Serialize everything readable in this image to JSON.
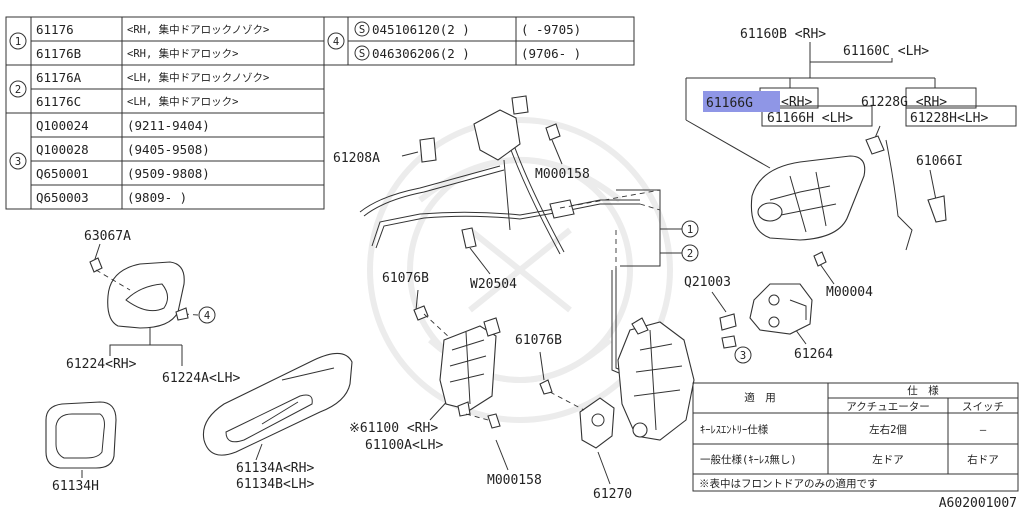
{
  "top_table": {
    "groups": [
      {
        "circle": "1",
        "rows": [
          {
            "part": "61176",
            "desc": "<RH, 集中ドアロックノゾク>"
          },
          {
            "part": "61176B",
            "desc": "<RH, 集中ドアロック>"
          }
        ]
      },
      {
        "circle": "2",
        "rows": [
          {
            "part": "61176A",
            "desc": "<LH, 集中ドアロックノゾク>"
          },
          {
            "part": "61176C",
            "desc": "<LH, 集中ドアロック>"
          }
        ]
      },
      {
        "circle": "3",
        "rows": [
          {
            "part": "Q100024",
            "desc": "(9211-9404)"
          },
          {
            "part": "Q100028",
            "desc": "(9405-9508)"
          },
          {
            "part": "Q650001",
            "desc": "(9509-9808)"
          },
          {
            "part": "Q650003",
            "desc": "(9809-     )"
          }
        ]
      }
    ],
    "bolt_group": {
      "circle": "4",
      "rows": [
        {
          "part": "045106120(2 )",
          "range": "(     -9705)"
        },
        {
          "part": "046306206(2 )",
          "range": "(9706-     )"
        }
      ]
    }
  },
  "labels": {
    "l61160B": "61160B <RH>",
    "l61160C": "61160C <LH>",
    "l61166G": "61166G",
    "l61166G_rh": "<RH>",
    "l61166H": "61166H <LH>",
    "l61228G": "61228G <RH>",
    "l61228H": "61228H<LH>",
    "l61066I": "61066I",
    "m00004": "M00004",
    "l61208A": "61208A",
    "m000158a": "M000158",
    "w20504": "W20504",
    "c1": "1",
    "c2": "2",
    "q21003": "Q21003",
    "c3": "3",
    "l61264": "61264",
    "l63067A": "63067A",
    "c4": "4",
    "l61224": "61224<RH>",
    "l61224A": "61224A<LH>",
    "l61076B_a": "61076B",
    "l61076B_b": "61076B",
    "l61100": "※61100 <RH>",
    "l61100A": "61100A<LH>",
    "m000158b": "M000158",
    "l61270": "61270",
    "l61134A": "61134A<RH>",
    "l61134B": "61134B<LH>",
    "l61134H": "61134H",
    "doc_code": "A602001007"
  },
  "spec_table": {
    "col_apply": "適　用",
    "col_spec": "仕　様",
    "col_actuator": "アクチュエーター",
    "col_switch": "スイッチ",
    "rows": [
      {
        "apply": "ｷｰﾚｽｴﾝﾄﾘｰ仕様",
        "actuator": "左右2個",
        "switch": "―"
      },
      {
        "apply": "一般仕様(ｷｰﾚｽ無し)",
        "actuator": "左ドア",
        "switch": "右ドア"
      }
    ],
    "note": "※表中はフロントドアのみの適用です"
  },
  "colors": {
    "highlight": "#8f96e6"
  }
}
